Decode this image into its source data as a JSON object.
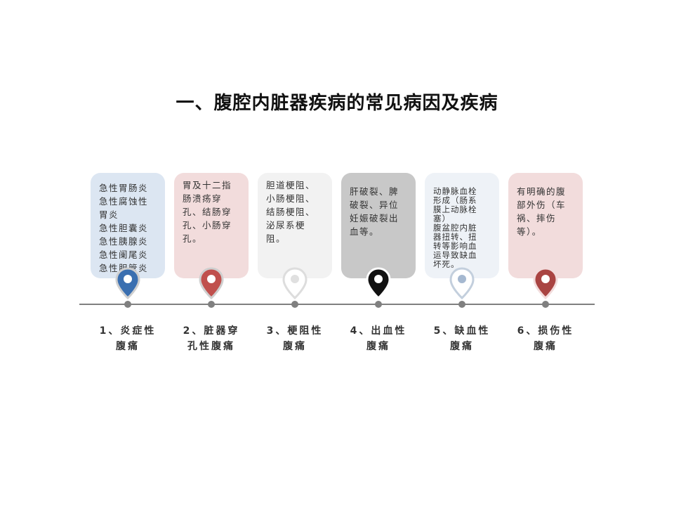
{
  "title": "一、腹腔内脏器疾病的常见病因及疾病",
  "items": [
    {
      "label_line1": "1、炎症性",
      "label_line2": "腹痛",
      "card_text": "急性胃肠炎\n急性腐蚀性\n胃炎\n急性胆囊炎\n急性胰腺炎\n急性阑尾炎\n急性胆管炎",
      "pin_color": "#3a6fb0",
      "card_color": "#dce6f2"
    },
    {
      "label_line1": "2、脏器穿",
      "label_line2": "孔性腹痛",
      "card_text": "胃及十二指\n肠溃疡穿\n孔、结肠穿\n孔、小肠穿\n孔。",
      "pin_color": "#c0504d",
      "card_color": "#f2dcdc"
    },
    {
      "label_line1": "3、梗阻性",
      "label_line2": "腹痛",
      "card_text": "胆道梗阻、\n小肠梗阻、\n结肠梗阻、\n泌尿系梗\n阻。",
      "pin_color": "#e6e6e6",
      "card_color": "#f2f2f2"
    },
    {
      "label_line1": "4、出血性",
      "label_line2": "腹痛",
      "card_text": "肝破裂、脾\n破裂、异位\n妊娠破裂出\n血等。",
      "pin_color": "#111111",
      "card_color": "#c8c8c8"
    },
    {
      "label_line1": "5、缺血性",
      "label_line2": "腹痛",
      "card_text": "动静脉血栓\n形成（肠系\n膜上动脉栓\n塞）\n腹盆腔内脏\n器扭转、扭\n转等影响血\n运导致缺血\n坏死。",
      "pin_color": "#a5b8d0",
      "card_color": "#eef2f7"
    },
    {
      "label_line1": "6、损伤性",
      "label_line2": "腹痛",
      "card_text": "有明确的腹\n部外伤（车\n祸、摔伤\n等）。",
      "pin_color": "#a94442",
      "card_color": "#f2dcdc"
    }
  ]
}
